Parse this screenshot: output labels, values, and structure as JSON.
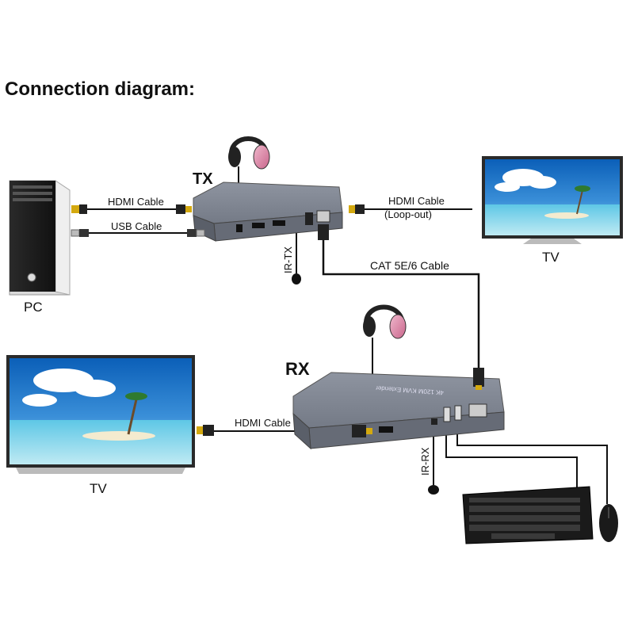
{
  "heading": "Connection diagram:",
  "devices": {
    "tx_label": "TX",
    "rx_label": "RX",
    "pc_label": "PC",
    "tv_top_label": "TV",
    "tv_bottom_label": "TV",
    "ir_tx_label": "IR-TX",
    "ir_rx_label": "IR-RX",
    "unit_text": "4K 120M KVM Extender"
  },
  "cables": {
    "pc_hdmi": "HDMI Cable",
    "pc_usb": "USB Cable",
    "loop_hdmi": "HDMI Cable",
    "loop_note": "(Loop-out)",
    "cat": "CAT 5E/6 Cable",
    "rx_hdmi": "HDMI Cable"
  }
}
